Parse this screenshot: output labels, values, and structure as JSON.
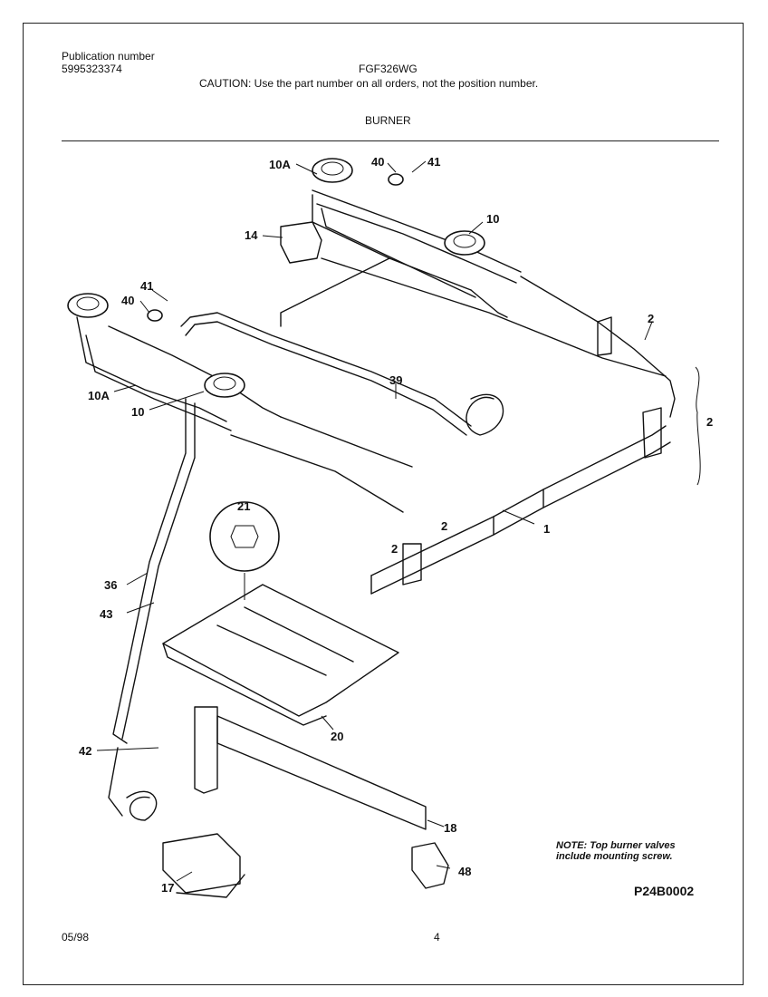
{
  "header": {
    "pub_label": "Publication number",
    "pub_number": "5995323374",
    "model": "FGF326WG",
    "caution": "CAUTION:  Use the part number on all orders, not the position number.",
    "section": "BURNER"
  },
  "callouts": [
    "10A",
    "40",
    "41",
    "14",
    "10",
    "41",
    "40",
    "10A",
    "10",
    "39",
    "2",
    "2",
    "2",
    "2",
    "1",
    "21",
    "36",
    "43",
    "20",
    "42",
    "18",
    "17",
    "48"
  ],
  "note": {
    "line1": "NOTE: Top burner valves",
    "line2": "include mounting screw."
  },
  "drawing_code": "P24B0002",
  "footer": {
    "date": "05/98",
    "page": "4"
  }
}
